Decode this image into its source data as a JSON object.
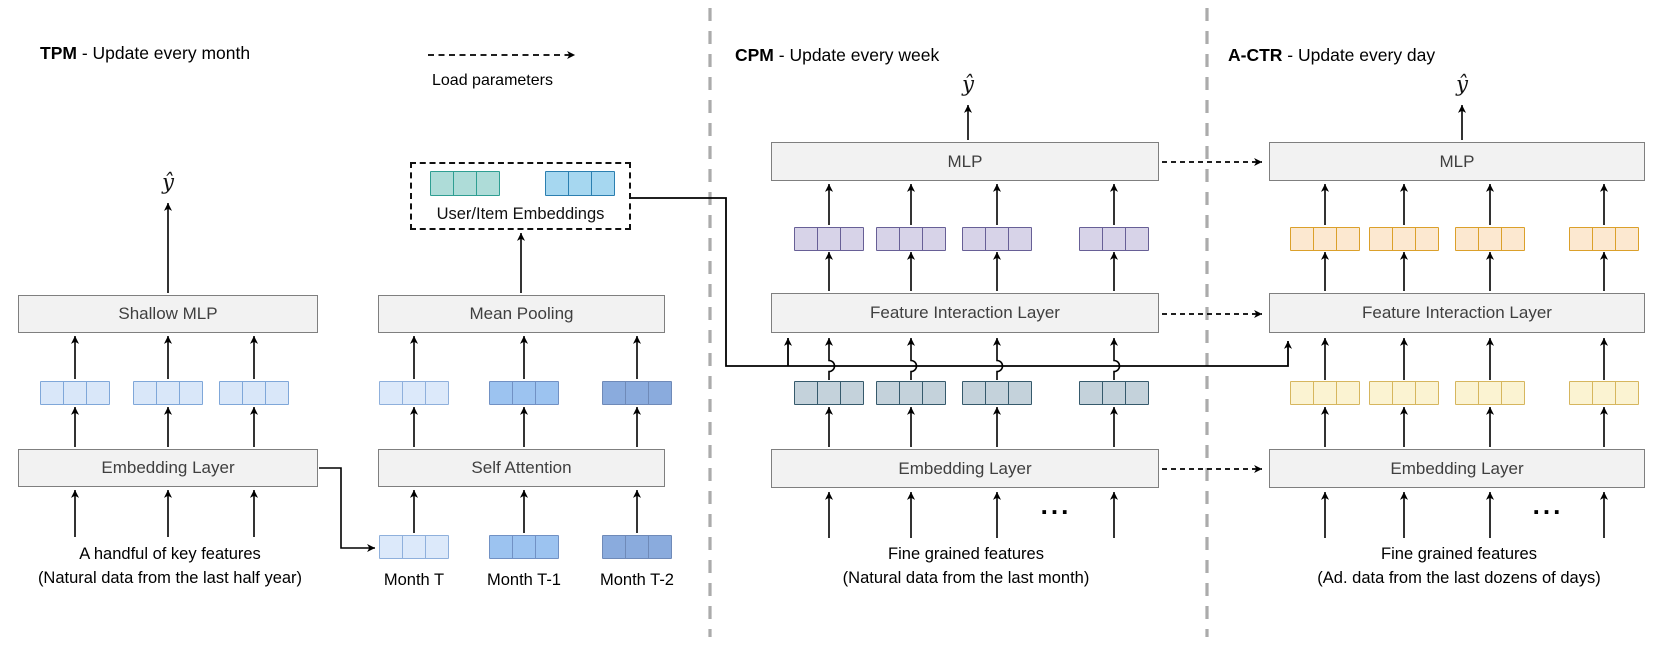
{
  "diagram": {
    "tpm": {
      "title_bold": "TPM",
      "title_rest": " - Update every month",
      "load_parameters": "Load parameters",
      "y_hat": "ŷ",
      "boxes": {
        "shallow_mlp": "Shallow MLP",
        "embedding_layer": "Embedding Layer",
        "mean_pooling": "Mean Pooling",
        "self_attention": "Self Attention"
      },
      "user_item_embeddings": "User/Item Embeddings",
      "caption1": "A handful of key features",
      "caption2": "(Natural data from the last half year)",
      "months": [
        "Month T",
        "Month T-1",
        "Month T-2"
      ]
    },
    "cpm": {
      "title_bold": "CPM",
      "title_rest": " - Update every week",
      "y_hat": "ŷ",
      "boxes": {
        "mlp": "MLP",
        "feature_interaction": "Feature Interaction Layer",
        "embedding_layer": "Embedding Layer"
      },
      "ellipsis": "...",
      "caption1": "Fine grained features",
      "caption2": "(Natural data from the last month)"
    },
    "actr": {
      "title_bold": "A-CTR",
      "title_rest": " - Update every day",
      "y_hat": "ŷ",
      "boxes": {
        "mlp": "MLP",
        "feature_interaction": "Feature Interaction Layer",
        "embedding_layer": "Embedding Layer"
      },
      "ellipsis": "...",
      "caption1": "Fine grained features",
      "caption2": "(Ad. data from the last dozens of days)"
    },
    "palette": {
      "box_fill": "#f2f2f2",
      "box_border": "#7f7f7f",
      "divider": "#ababab",
      "teal_fill": "#aedcd8",
      "teal_border": "#2e9e92",
      "cyan_fill": "#a6d7f0",
      "cyan_border": "#2b7fb0",
      "blue_light_fill": "#d9e7f9",
      "blue_light_border": "#7fa7d9",
      "blue_pale_fill": "#dce9fa",
      "blue_pale_border": "#8fb0dc",
      "blue_mid_fill": "#9cc3f0",
      "blue_mid_border": "#7191c4",
      "blue_deep_fill": "#8aabdd",
      "blue_deep_border": "#6f8ab8",
      "purple_fill": "#d7d3e8",
      "purple_border": "#675f96",
      "slate_fill": "#c4d2db",
      "slate_border": "#365a6c",
      "orange_fill": "#fce8d0",
      "orange_border": "#dba02a",
      "yellow_fill": "#fbf3d2",
      "yellow_border": "#d6b65e"
    }
  }
}
